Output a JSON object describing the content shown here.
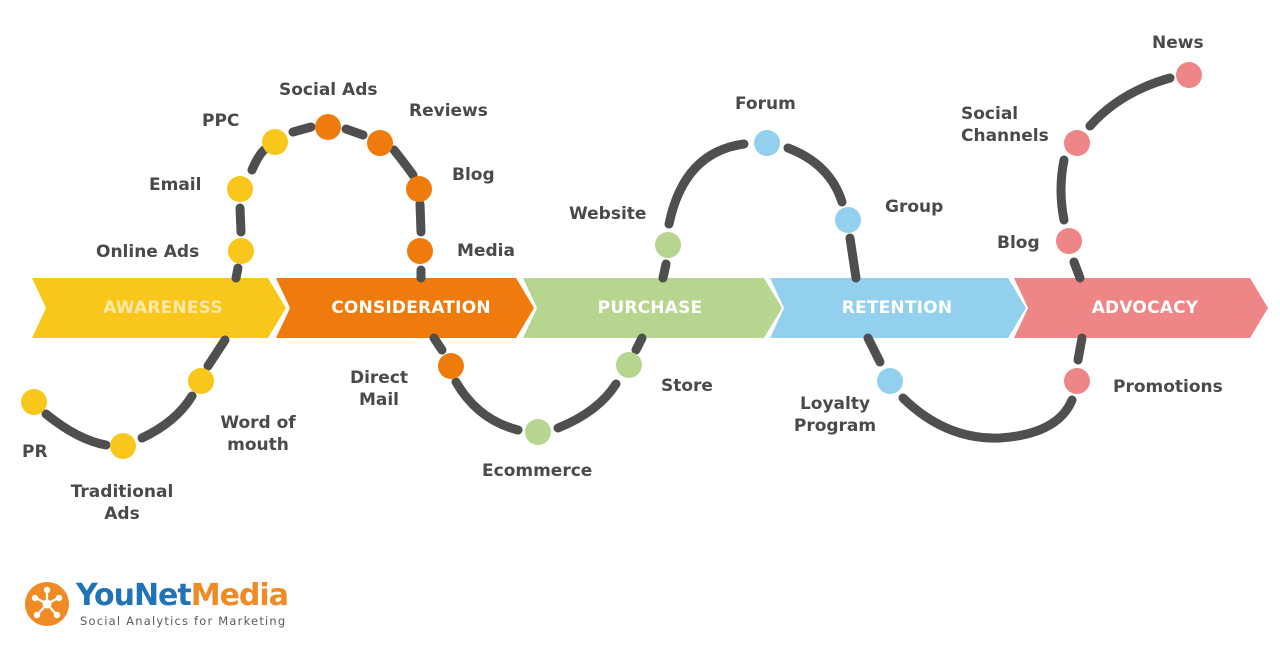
{
  "stages": [
    {
      "id": "awareness",
      "label": "AWARENESS",
      "color": "#F9C71B"
    },
    {
      "id": "consideration",
      "label": "CONSIDERATION",
      "color": "#EE7B0C"
    },
    {
      "id": "purchase",
      "label": "PURCHASE",
      "color": "#B6D58E"
    },
    {
      "id": "retention",
      "label": "RETENTION",
      "color": "#92D0EE"
    },
    {
      "id": "advocacy",
      "label": "ADVOCACY",
      "color": "#EE8587"
    }
  ],
  "touchpoints": {
    "pr": "PR",
    "traditional_ads": [
      "Traditional",
      "Ads"
    ],
    "word_of_mouth": [
      "Word of",
      "mouth"
    ],
    "online_ads": "Online Ads",
    "email": "Email",
    "ppc": "PPC",
    "social_ads": "Social Ads",
    "reviews": "Reviews",
    "blog_consideration": "Blog",
    "media": "Media",
    "direct_mail": [
      "Direct",
      "Mail"
    ],
    "ecommerce": "Ecommerce",
    "store": "Store",
    "website": "Website",
    "forum": "Forum",
    "group": "Group",
    "loyalty_program": [
      "Loyalty",
      "Program"
    ],
    "promotions": "Promotions",
    "blog_advocacy": "Blog",
    "social_channels": [
      "Social",
      "Channels"
    ],
    "news": "News"
  },
  "path_color": "#4f4f4f",
  "logo": {
    "brand_part1": "YouNet",
    "brand_part2": "Media",
    "tagline": "Social Analytics for Marketing",
    "brand_blue": "#1F73B6",
    "brand_orange": "#F08A24"
  }
}
